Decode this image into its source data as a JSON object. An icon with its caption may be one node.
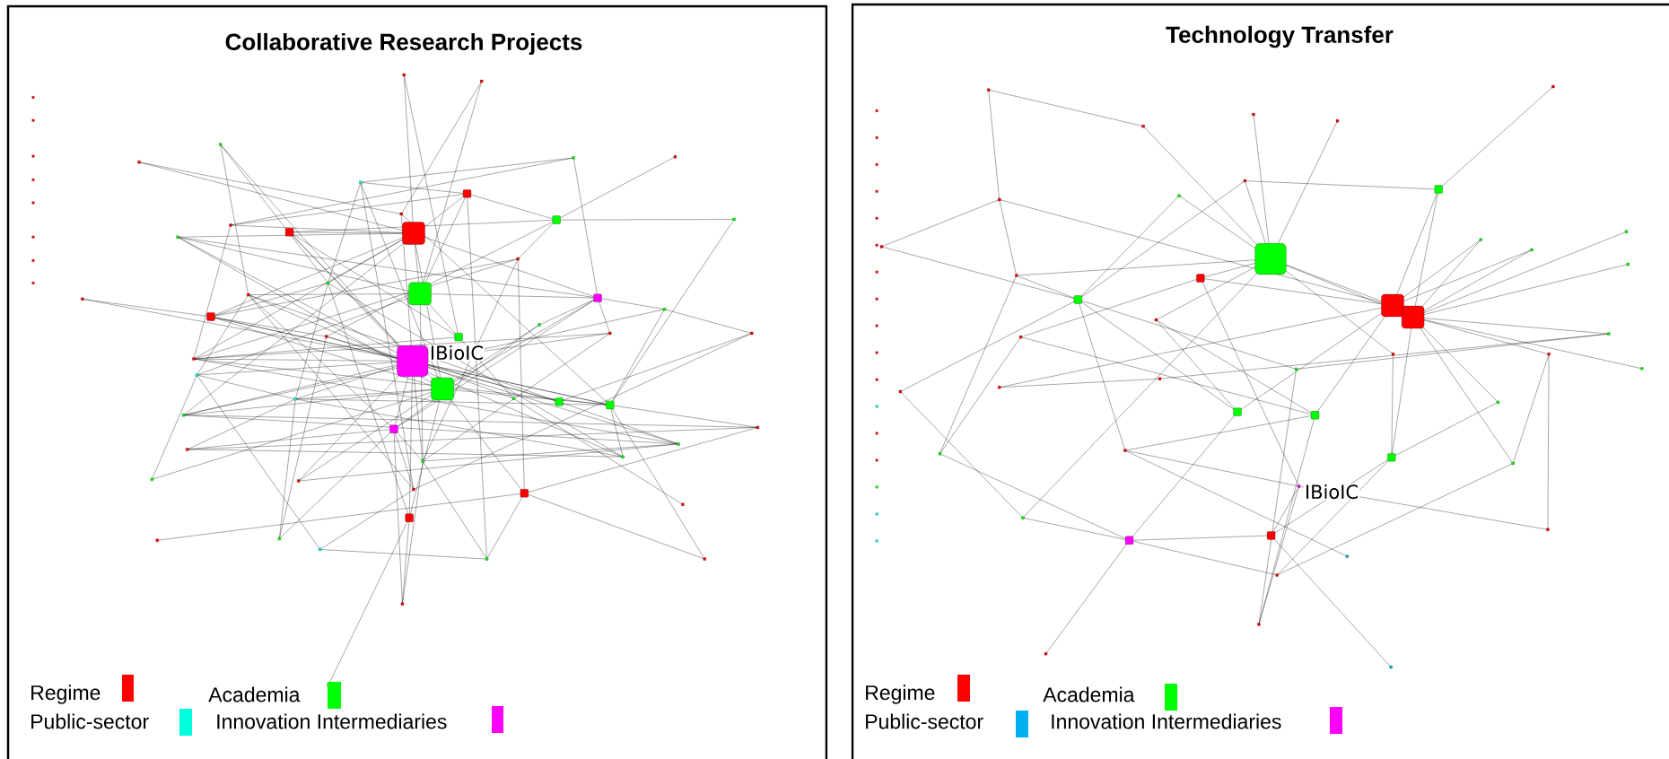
{
  "diagram": {
    "labels": [
      "Collaborative Research Projects",
      "IBioIC",
      "Technology Transfer",
      "IBioIC"
    ],
    "legend": [
      {
        "text": "Regime",
        "color": "#ff0000"
      },
      {
        "text": "Academia",
        "color": "#00ff00"
      },
      {
        "text": "Public-sector",
        "color": "#00ffdd"
      },
      {
        "text": "Innovation Intermediaries",
        "color": "#ff00ff"
      },
      {
        "text": "Regime",
        "color": "#ff0000"
      },
      {
        "text": "Academia",
        "color": "#00ff00"
      },
      {
        "text": "Public-sector",
        "color": "#00b0f0"
      },
      {
        "text": "Innovation Intermediaries",
        "color": "#ff00ff"
      }
    ]
  }
}
